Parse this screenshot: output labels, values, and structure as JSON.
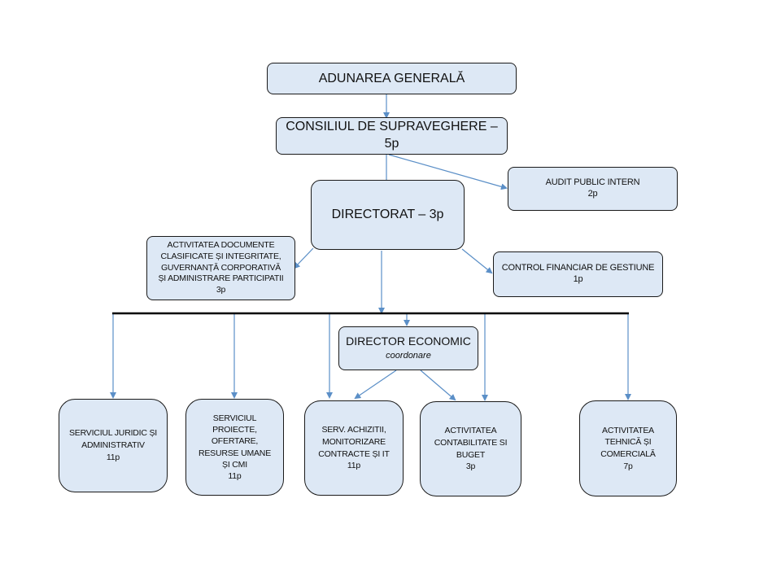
{
  "diagram": {
    "type": "organizational-chart",
    "accent_color": "#5b8fc7",
    "box_fill": "#dde8f5",
    "nodes": {
      "adunarea": {
        "lines": [
          "ADUNAREA GENERALĂ"
        ]
      },
      "consiliul": {
        "lines": [
          "CONSILIUL DE SUPRAVEGHERE –",
          "5p"
        ]
      },
      "audit": {
        "lines": [
          "AUDIT PUBLIC INTERN",
          "2p"
        ]
      },
      "directorat": {
        "lines": [
          "DIRECTORAT – 3p"
        ]
      },
      "documente": {
        "lines": [
          "ACTIVITATEA DOCUMENTE",
          "CLASIFICATE ȘI INTEGRITATE,",
          "GUVERNANȚĂ CORPORATIVĂ",
          "ȘI ADMINISTRARE PARTICIPATII",
          "3p"
        ]
      },
      "control": {
        "lines": [
          "CONTROL FINANCIAR DE GESTIUNE",
          "1p"
        ]
      },
      "director_economic": {
        "title": "DIRECTOR ECONOMIC",
        "subtitle": "coordonare"
      },
      "juridic": {
        "lines": [
          "SERVICIUL JURIDIC ȘI",
          "ADMINISTRATIV",
          "11p"
        ]
      },
      "proiecte": {
        "lines": [
          "SERVICIUL",
          "PROIECTE,",
          "OFERTARE,",
          "RESURSE UMANE",
          "ȘI CMI",
          "11p"
        ]
      },
      "achizitii": {
        "lines": [
          "SERV. ACHIZITII,",
          "MONITORIZARE",
          "CONTRACTE ȘI IT",
          "11p"
        ]
      },
      "contabilitate": {
        "lines": [
          "ACTIVITATEA",
          "CONTABILITATE SI",
          "BUGET",
          "3p"
        ]
      },
      "tehnica": {
        "lines": [
          "ACTIVITATEA",
          "TEHNICĂ ȘI",
          "COMERCIALĂ",
          "7p"
        ]
      }
    },
    "edges": [
      [
        "adunarea",
        "consiliul"
      ],
      [
        "consiliul",
        "directorat"
      ],
      [
        "consiliul",
        "audit"
      ],
      [
        "directorat",
        "documente"
      ],
      [
        "directorat",
        "control"
      ],
      [
        "directorat",
        "bus"
      ],
      [
        "bus",
        "director_economic"
      ],
      [
        "bus",
        "juridic"
      ],
      [
        "bus",
        "proiecte"
      ],
      [
        "bus",
        "achizitii"
      ],
      [
        "bus",
        "contabilitate"
      ],
      [
        "bus",
        "tehnica"
      ],
      [
        "director_economic",
        "achizitii"
      ],
      [
        "director_economic",
        "contabilitate"
      ]
    ]
  }
}
